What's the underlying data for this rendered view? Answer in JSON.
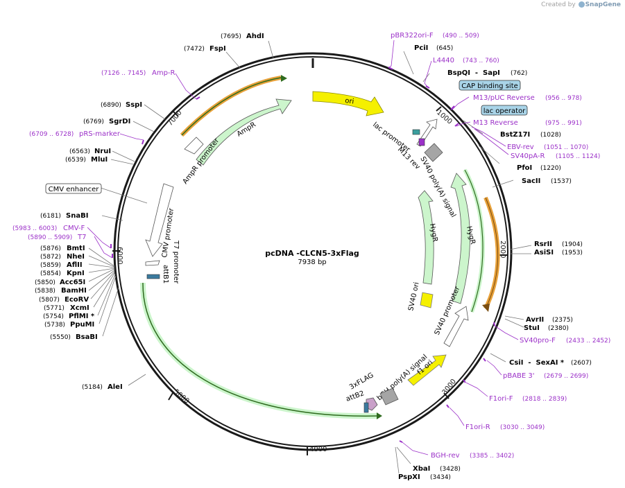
{
  "credit": {
    "prefix": "Created by",
    "brand": "SnapGene"
  },
  "map": {
    "name": "pcDNA -CLCN5-3xFlag",
    "length": "7938 bp"
  },
  "ticks": [
    "1000",
    "2000",
    "3000",
    "4000",
    "5000",
    "6000",
    "7000"
  ],
  "enzymes": [
    {
      "pos": "(7695)",
      "name": "AhdI"
    },
    {
      "pos": "(7472)",
      "name": "FspI"
    },
    {
      "pos": "(645)",
      "name": "PciI"
    },
    {
      "pos": "(762)",
      "name": "BspQI  -  SapI"
    },
    {
      "pos": "(1028)",
      "name": "BstZ17I"
    },
    {
      "pos": "(1220)",
      "name": "PfoI"
    },
    {
      "pos": "(1537)",
      "name": "SacII"
    },
    {
      "pos": "(1904)",
      "name": "RsrII"
    },
    {
      "pos": "(1953)",
      "name": "AsiSI"
    },
    {
      "pos": "(2375)",
      "name": "AvrII"
    },
    {
      "pos": "(2380)",
      "name": "StuI"
    },
    {
      "pos": "(2607)",
      "name": "CsiI  -  SexAI *"
    },
    {
      "pos": "(3428)",
      "name": "XbaI"
    },
    {
      "pos": "(3434)",
      "name": "PspXI"
    },
    {
      "pos": "(6890)",
      "name": "SspI"
    },
    {
      "pos": "(6769)",
      "name": "SgrDI"
    },
    {
      "pos": "(6563)",
      "name": "NruI"
    },
    {
      "pos": "(6539)",
      "name": "MluI"
    },
    {
      "pos": "(6181)",
      "name": "SnaBI"
    },
    {
      "pos": "(5876)",
      "name": "BmtI"
    },
    {
      "pos": "(5872)",
      "name": "NheI"
    },
    {
      "pos": "(5859)",
      "name": "AflII"
    },
    {
      "pos": "(5854)",
      "name": "KpnI"
    },
    {
      "pos": "(5850)",
      "name": "Acc65I"
    },
    {
      "pos": "(5838)",
      "name": "BamHI"
    },
    {
      "pos": "(5807)",
      "name": "EcoRV"
    },
    {
      "pos": "(5771)",
      "name": "XcmI"
    },
    {
      "pos": "(5754)",
      "name": "PflMI *"
    },
    {
      "pos": "(5738)",
      "name": "PpuMI"
    },
    {
      "pos": "(5550)",
      "name": "BsaBI"
    },
    {
      "pos": "(5184)",
      "name": "AleI"
    }
  ],
  "primers": [
    {
      "name": "pBR322ori-F",
      "range": "(490 .. 509)"
    },
    {
      "name": "L4440",
      "range": "(743 .. 760)"
    },
    {
      "name": "M13/pUC Reverse",
      "range": "(956 .. 978)"
    },
    {
      "name": "M13 Reverse",
      "range": "(975 .. 991)"
    },
    {
      "name": "EBV-rev",
      "range": "(1051 .. 1070)"
    },
    {
      "name": "SV40pA-R",
      "range": "(1105 .. 1124)"
    },
    {
      "name": "SV40pro-F",
      "range": "(2433 .. 2452)"
    },
    {
      "name": "pBABE 3'",
      "range": "(2679 .. 2699)"
    },
    {
      "name": "F1ori-F",
      "range": "(2818 .. 2839)"
    },
    {
      "name": "F1ori-R",
      "range": "(3030 .. 3049)"
    },
    {
      "name": "BGH-rev",
      "range": "(3385 .. 3402)"
    },
    {
      "name": "Amp-R",
      "range": "(7126 .. 7145)"
    },
    {
      "name": "pRS-marker",
      "range": "(6709 .. 6728)"
    },
    {
      "name": "CMV-F",
      "range": "(5983 .. 6003)"
    },
    {
      "name": "T7",
      "range": "(5890 .. 5909)"
    }
  ],
  "boxed_features": [
    "CAP binding site",
    "lac operator",
    "CMV enhancer"
  ],
  "features": [
    "ori",
    "lac promoter",
    "M13 rev",
    "SV40 poly(A) signal",
    "HygR",
    "HygR",
    "SV40 ori",
    "SV40 promoter",
    "f1 ori",
    "bGH poly(A) signal",
    "3xFLAG",
    "attB2",
    "AmpR promoter",
    "AmpR",
    "CMV promoter",
    "T7 promoter",
    "attB1"
  ],
  "colors": {
    "backbone": "#1a1a1a",
    "primer": "#9b30c8",
    "ori": "#f5f000",
    "ampr": "#ccf5cc",
    "orange_arc": "#e8a13a",
    "green_arc": "#2e8b1e",
    "cap_box": "#a9d4e8",
    "gray_box": "#a5a5a5"
  }
}
